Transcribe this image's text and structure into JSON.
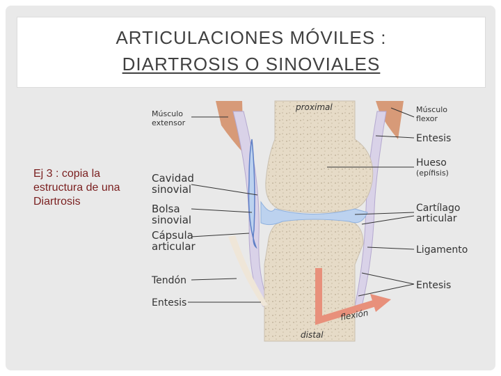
{
  "slide": {
    "title_line1": "ARTICULACIONES MÓVILES :",
    "title_line2": "DIARTROSIS O SINOVIALES",
    "note": "Ej 3 : copia la estructura de una Diartrosis"
  },
  "figure": {
    "top_label": "proximal",
    "bottom_label": "distal",
    "flexion_label": "flexión",
    "left_labels": {
      "musculo_extensor_1": "Músculo",
      "musculo_extensor_2": "extensor",
      "cavidad_1": "Cavidad",
      "cavidad_2": "sinovial",
      "bolsa_1": "Bolsa",
      "bolsa_2": "sinovial",
      "capsula_1": "Cápsula",
      "capsula_2": "articular",
      "tendon": "Tendón",
      "entesis": "Entesis"
    },
    "right_labels": {
      "musculo_flexor_1": "Músculo",
      "musculo_flexor_2": "flexor",
      "entesis_top": "Entesis",
      "hueso": "Hueso",
      "epifisis": "(epífisis)",
      "cartilago_1": "Cartílago",
      "cartilago_2": "articular",
      "ligamento": "Ligamento",
      "entesis_bottom": "Entesis"
    },
    "colors": {
      "bone": "#e6dbc7",
      "cartilage": "#bcd2ef",
      "capsule": "#d9d2e8",
      "muscle": "#d79a78",
      "flexion_arrow": "#e8907b"
    }
  }
}
